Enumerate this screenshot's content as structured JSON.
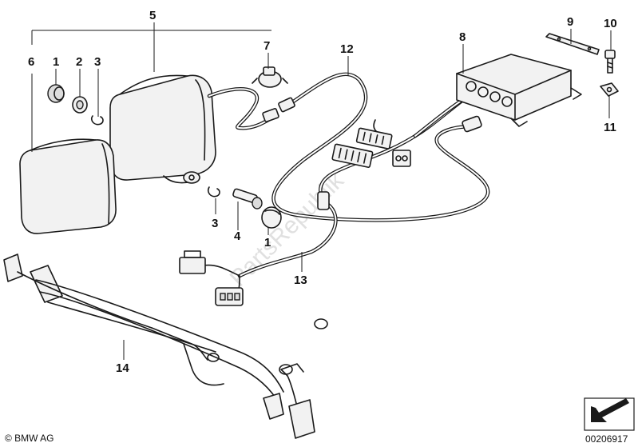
{
  "callouts": {
    "c1a": "1",
    "c2": "2",
    "c3a": "3",
    "c5": "5",
    "c6": "6",
    "c7": "7",
    "c12": "12",
    "c8": "8",
    "c9": "9",
    "c10": "10",
    "c11": "11",
    "c3b": "3",
    "c4": "4",
    "c1b": "1",
    "c13": "13",
    "c14": "14"
  },
  "footer": {
    "copyright": "© BMW AG",
    "diagram_number": "00206917"
  },
  "watermark": "PartsRepublik"
}
